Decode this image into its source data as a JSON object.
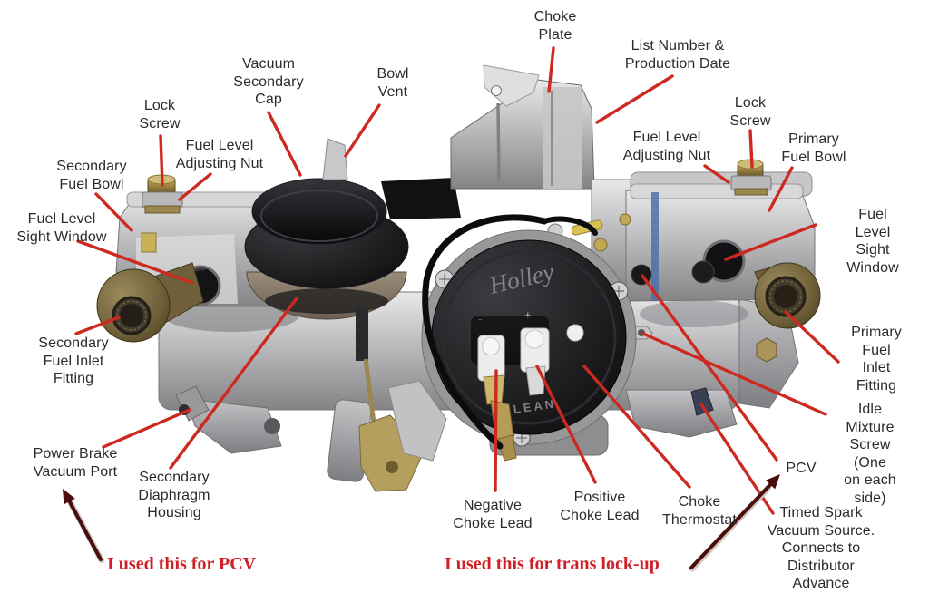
{
  "title": "Holley carburetor annotated diagram",
  "colors": {
    "label_ink": "#2b2b2b",
    "leader_line_red": "#cd2920",
    "note_red": "#d01f26",
    "arrow_maroon": "#4a0d0b",
    "background": "#ffffff"
  },
  "photo": {
    "logo": "Holley",
    "marking": "LEAN"
  },
  "labels": [
    {
      "id": "choke-plate",
      "text": "Choke\nPlate"
    },
    {
      "id": "list-number-production-date",
      "text": "List Number &\nProduction Date"
    },
    {
      "id": "vacuum-secondary-cap",
      "text": "Vacuum\nSecondary\nCap"
    },
    {
      "id": "bowl-vent",
      "text": "Bowl\nVent"
    },
    {
      "id": "lock-screw-left",
      "text": "Lock\nScrew"
    },
    {
      "id": "fuel-level-adjusting-nut-left",
      "text": "Fuel Level\nAdjusting Nut"
    },
    {
      "id": "secondary-fuel-bowl",
      "text": "Secondary\nFuel Bowl"
    },
    {
      "id": "fuel-level-sight-window-left",
      "text": "Fuel Level\nSight Window"
    },
    {
      "id": "lock-screw-right",
      "text": "Lock\nScrew"
    },
    {
      "id": "fuel-level-adjusting-nut-right",
      "text": "Fuel Level\nAdjusting Nut"
    },
    {
      "id": "primary-fuel-bowl",
      "text": "Primary\nFuel Bowl"
    },
    {
      "id": "fuel-level-sight-window-right",
      "text": "Fuel Level\nSight Window"
    },
    {
      "id": "secondary-fuel-inlet-fitting",
      "text": "Secondary\nFuel Inlet\nFitting"
    },
    {
      "id": "primary-fuel-inlet-fitting",
      "text": "Primary\nFuel Inlet\nFitting"
    },
    {
      "id": "idle-mixture-screw",
      "text": "Idle Mixture\nScrew (One\non each side)"
    },
    {
      "id": "pcv",
      "text": "PCV"
    },
    {
      "id": "power-brake-vacuum-port",
      "text": "Power Brake\nVacuum Port"
    },
    {
      "id": "secondary-diaphragm-housing",
      "text": "Secondary\nDiaphragm\nHousing"
    },
    {
      "id": "negative-choke-lead",
      "text": "Negative\nChoke Lead"
    },
    {
      "id": "positive-choke-lead",
      "text": "Positive\nChoke Lead"
    },
    {
      "id": "choke-thermostat",
      "text": "Choke\nThermostat"
    },
    {
      "id": "timed-spark-vacuum-source",
      "text": "Timed Spark\nVacuum Source.\nConnects to\nDistributor Advance"
    }
  ],
  "notes": [
    {
      "id": "note-pcv",
      "text": "I used this for PCV"
    },
    {
      "id": "note-trans-lockup",
      "text": "I used this for trans lock-up"
    }
  ]
}
